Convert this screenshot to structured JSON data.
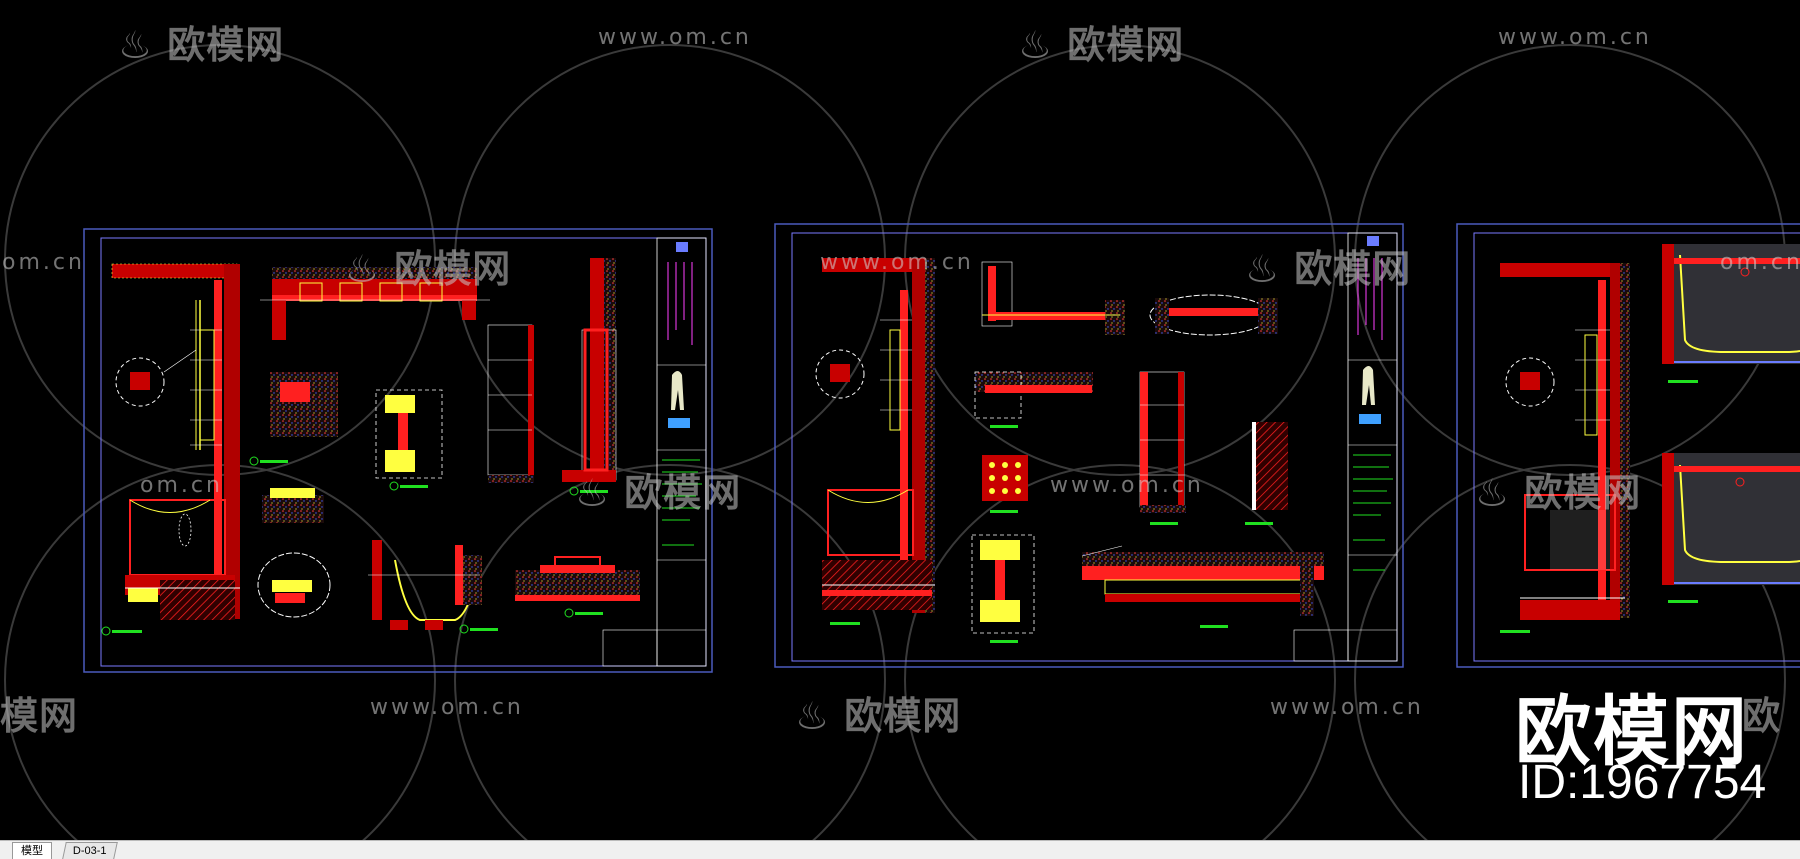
{
  "watermark": {
    "brand": "欧模网",
    "url": "www.om.cn",
    "url_partial": "om.cn",
    "brand_partial_left": "模网",
    "brand_partial_right": "欧"
  },
  "overlay": {
    "brand": "欧模网",
    "id_text": "ID:1967754"
  },
  "tabs": {
    "model_label": "模型",
    "layout_label": "D-03-1"
  },
  "colors": {
    "background": "#000000",
    "sheet_border": "#4a5bbd",
    "red": "#ff2020",
    "yellow": "#ffff40",
    "green": "#20e020",
    "white": "#ffffff",
    "magenta": "#ff40ff",
    "watermark": "#c8c8c8"
  }
}
